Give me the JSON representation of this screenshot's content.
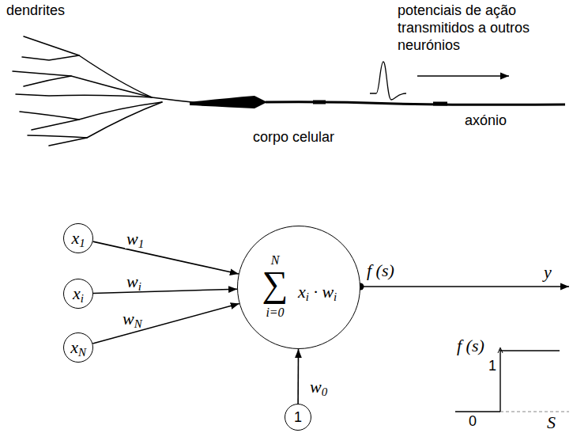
{
  "diagram": {
    "nodes": [
      {
        "text": [
          "x1"
        ]
      },
      {
        "text": [
          "xi"
        ]
      },
      {
        "text": [
          "xN"
        ]
      },
      {
        "text": [
          "N",
          "∑",
          "i=0",
          "xi · wi"
        ]
      },
      {
        "text": [
          "1"
        ]
      }
    ],
    "edges": [
      {
        "from": 0,
        "to": 3,
        "arrow": "to",
        "label": "w1"
      },
      {
        "from": 1,
        "to": 3,
        "arrow": "to",
        "label": "wi"
      },
      {
        "from": 2,
        "to": 3,
        "arrow": "to",
        "label": "wN"
      },
      {
        "from": 4,
        "to": 3,
        "arrow": "to",
        "label": "w0"
      }
    ],
    "labels": [
      "dendrites",
      "potenciais de ação transmitidos a outros neurónios",
      "corpo celular",
      "axónio",
      "f (s)",
      "y",
      "f (s)",
      "1",
      "0",
      "S"
    ]
  }
}
